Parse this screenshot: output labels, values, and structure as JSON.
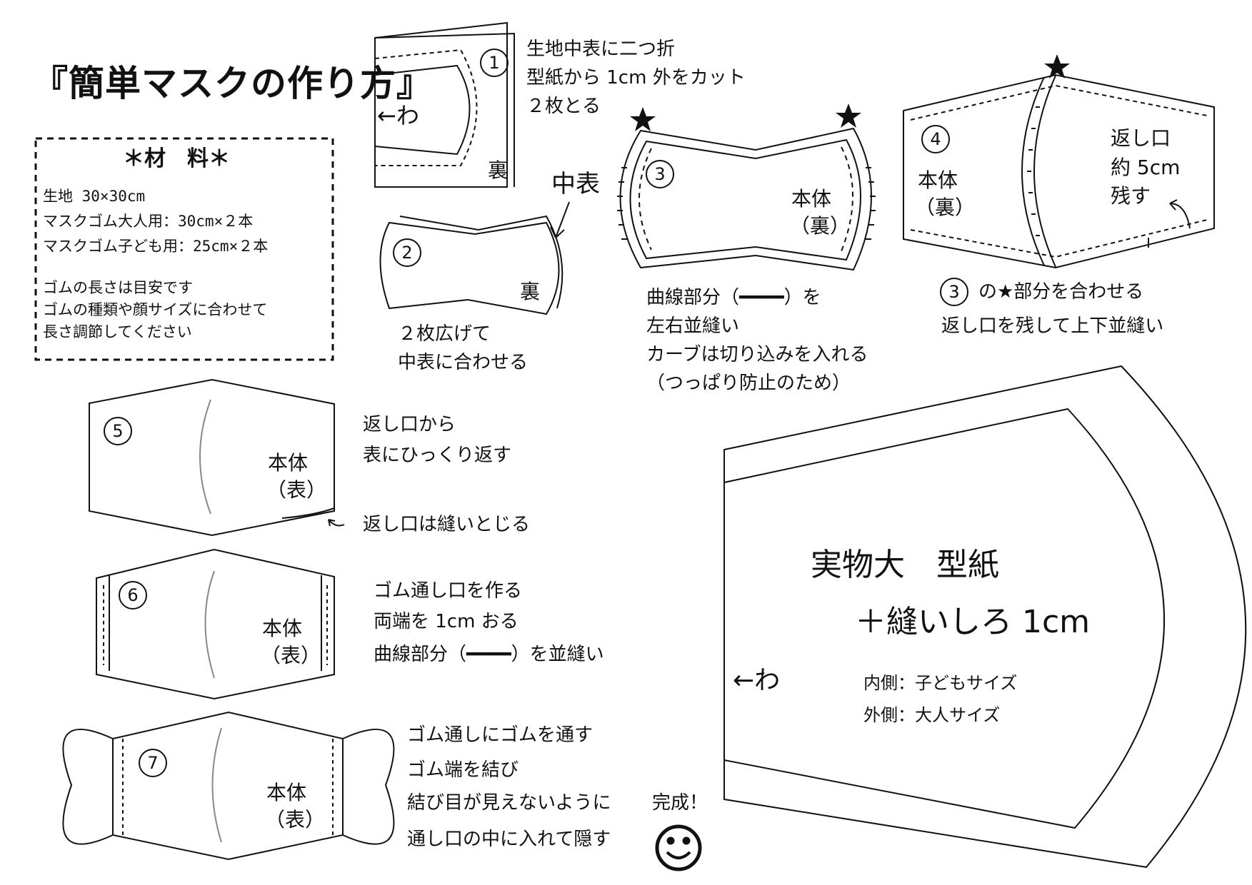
{
  "title": "『簡単マスクの作り方』",
  "materials": {
    "heading": "＊材　料＊",
    "lines": [
      "生地 30×30cm",
      "マスクゴム大人用：30cm×２本",
      "マスクゴム子ども用：25cm×２本",
      "",
      "ゴムの長さは目安です",
      "ゴムの種類や顔サイズに合わせて",
      "長さ調節してください"
    ]
  },
  "steps": {
    "s1": {
      "num": "1",
      "wa": "←わ",
      "ura": "裏",
      "caption": [
        "生地中表に二つ折",
        "型紙から 1cm 外をカット",
        "２枚とる"
      ]
    },
    "s2": {
      "num": "2",
      "ura": "裏",
      "pointer": "中表",
      "caption": [
        "２枚広げて",
        "中表に合わせる"
      ]
    },
    "s3": {
      "num": "3",
      "body": "本体",
      "ura": "（裏）",
      "caption": [
        "曲線部分（━━━━）を",
        "左右並縫い",
        "カーブは切り込みを入れる",
        "（つっぱり防止のため）"
      ]
    },
    "s4": {
      "num": "4",
      "body": "本体",
      "ura": "（裏）",
      "opening": [
        "返し口",
        "約 5cm",
        "残す"
      ],
      "ref_num": "3",
      "caption_line1": "の★部分を合わせる",
      "caption_line2": "返し口を残して上下並縫い"
    },
    "s5": {
      "num": "5",
      "body": "本体",
      "omote": "（表）",
      "caption": [
        "返し口から",
        "表にひっくり返す"
      ],
      "note": "返し口は縫いとじる"
    },
    "s6": {
      "num": "6",
      "body": "本体",
      "omote": "（表）",
      "caption": [
        "ゴム通し口を作る",
        "両端を 1cm おる",
        "曲線部分（━━━━）を並縫い"
      ]
    },
    "s7": {
      "num": "7",
      "body": "本体",
      "omote": "（表）",
      "caption": [
        "ゴム通しにゴムを通す",
        "ゴム端を結び",
        "結び目が見えないように",
        "通し口の中に入れて隠す"
      ],
      "done": "完成！"
    }
  },
  "pattern": {
    "title": "実物大　型紙",
    "allowance": "＋縫いしろ 1cm",
    "wa": "←わ",
    "inner": "内側：子どもサイズ",
    "outer": "外側：大人サイズ"
  },
  "icons": [
    "star-icon",
    "arrow-icon",
    "smiley-icon"
  ]
}
